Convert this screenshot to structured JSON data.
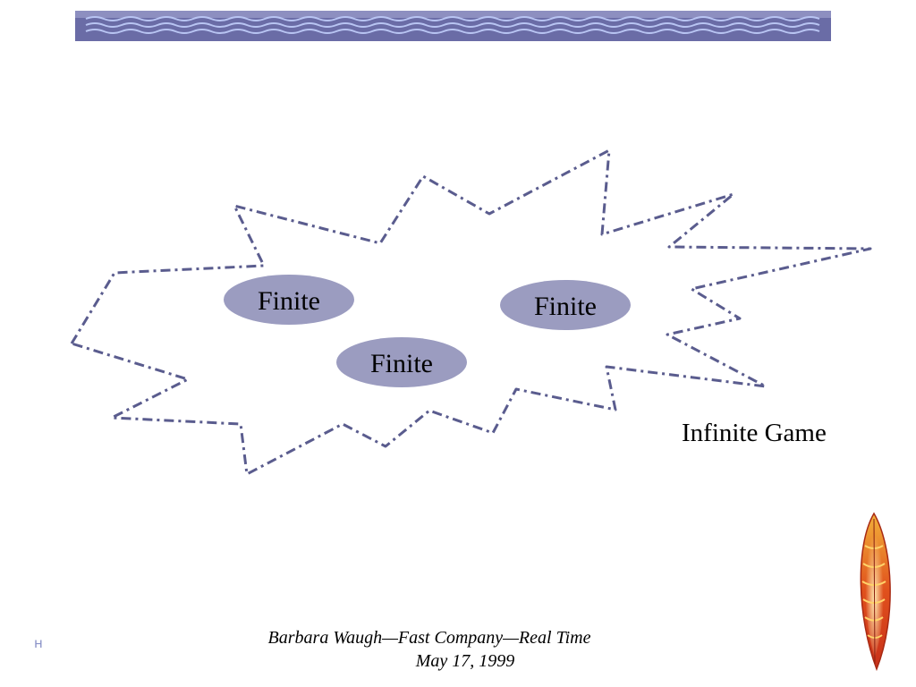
{
  "diagram": {
    "ovals": [
      {
        "id": "finite-1",
        "label": "Finite"
      },
      {
        "id": "finite-2",
        "label": "Finite"
      },
      {
        "id": "finite-3",
        "label": "Finite"
      }
    ],
    "outer_label": "Infinite Game",
    "colors": {
      "oval_fill": "#9b9cc0",
      "star_stroke": "#5a5c8e",
      "banner_fill": "#6a6ca6",
      "banner_wave": "#b8c4f2"
    }
  },
  "footer": {
    "line1": "Barbara Waugh—Fast Company—Real  Time",
    "line2": "May 17, 1999"
  },
  "nav": {
    "icon": "home-nav-icon",
    "glyph": "ʜ"
  },
  "decoration": {
    "icon": "surfboard-icon"
  }
}
